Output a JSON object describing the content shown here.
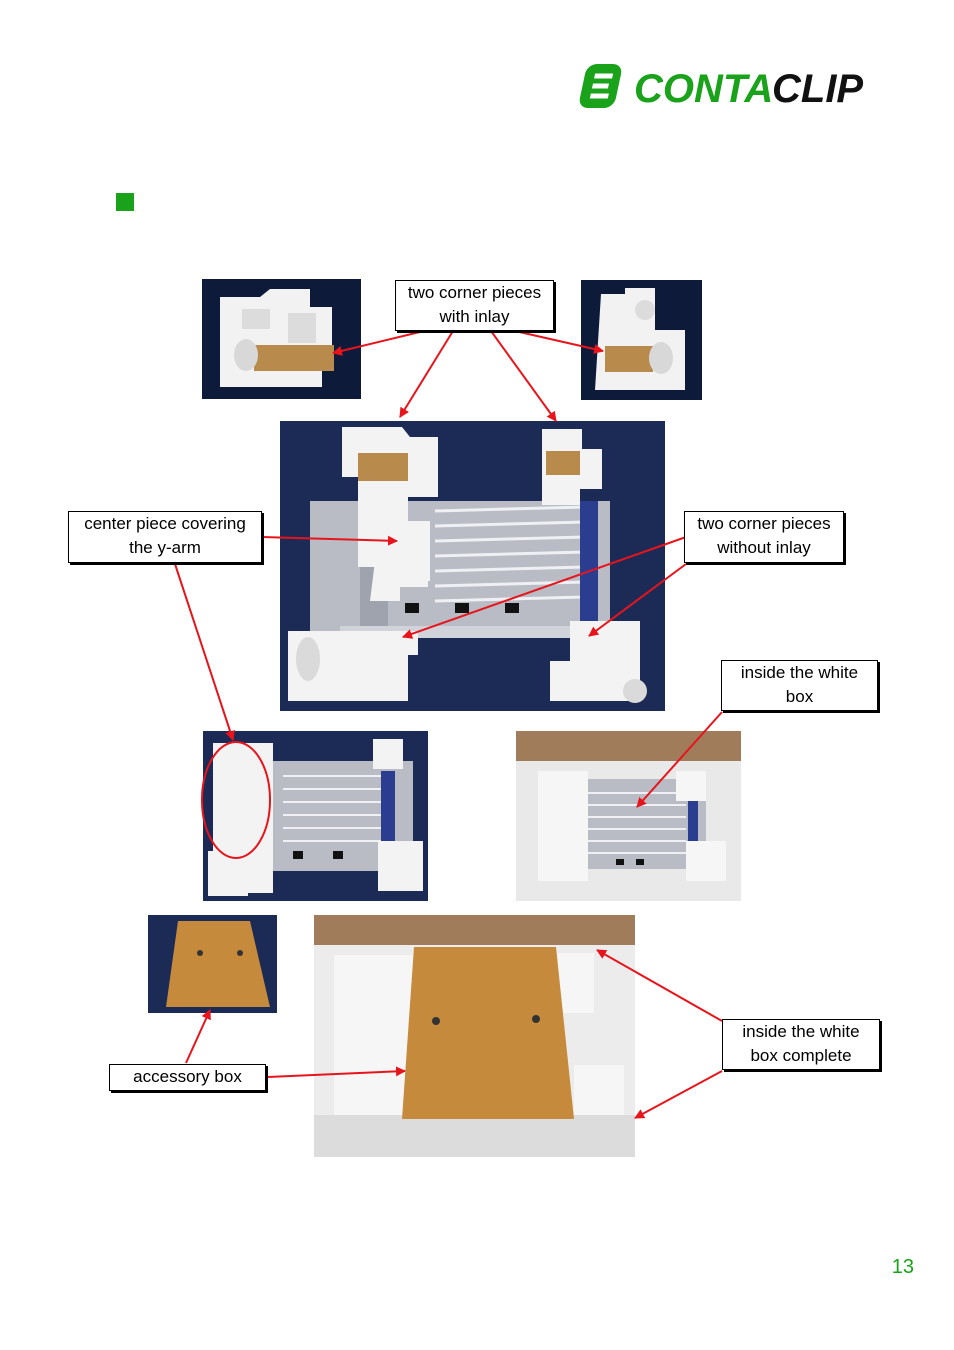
{
  "brand": {
    "name": "CONTACLIP",
    "part1": "CONTA",
    "part2": "CLIP",
    "color": "#1aa31a"
  },
  "labels": {
    "two_corner_with_inlay": [
      "two corner pieces",
      "with inlay"
    ],
    "center_piece": [
      "center piece covering",
      "the y-arm"
    ],
    "two_corner_without_inlay": [
      "two corner pieces",
      "without inlay"
    ],
    "inside_white_box": [
      "inside the white",
      "box"
    ],
    "inside_white_box_complete": [
      "inside the white",
      "box complete"
    ],
    "accessory_box": "accessory box"
  },
  "page_number": "13",
  "icons": {
    "bullet": "green-square-bullet",
    "arrow_color": "#e8141c"
  }
}
